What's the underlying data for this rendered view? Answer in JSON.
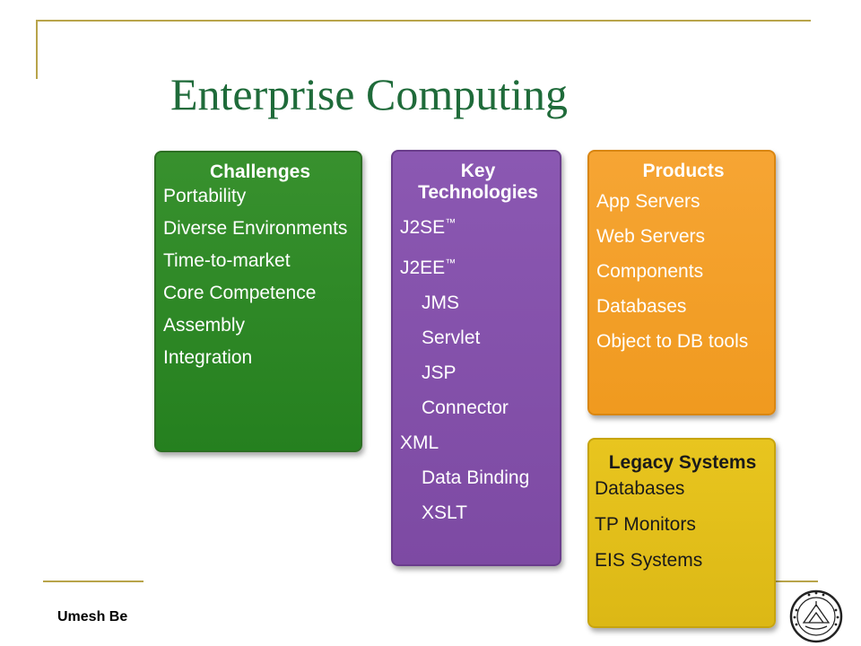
{
  "slide": {
    "title": "Enterprise Computing",
    "footer": "Umesh Be"
  },
  "cards": {
    "challenges": {
      "heading": "Challenges",
      "items": [
        "Portability",
        "Diverse Environments",
        "Time-to-market",
        "Core Competence",
        "Assembly",
        "Integration"
      ]
    },
    "key_technologies": {
      "heading": "Key Technologies",
      "items": [
        "J2SE",
        "J2EE",
        "JMS",
        "Servlet",
        "JSP",
        "Connector",
        "XML",
        "Data Binding",
        "XSLT"
      ],
      "trademark": "™"
    },
    "products": {
      "heading": "Products",
      "items": [
        "App Servers",
        "Web Servers",
        "Components",
        "Databases",
        "Object to DB tools"
      ]
    },
    "legacy_systems": {
      "heading": "Legacy Systems",
      "items": [
        "Databases",
        "TP Monitors",
        "EIS Systems"
      ]
    }
  },
  "colors": {
    "title": "#1f6b3a",
    "challenges": "#2b8625",
    "key_technologies": "#834fa9",
    "products": "#f29e28",
    "legacy_systems": "#e0bd19",
    "rule": "#b8a44a"
  },
  "icons": {
    "logo": "institute-seal"
  }
}
